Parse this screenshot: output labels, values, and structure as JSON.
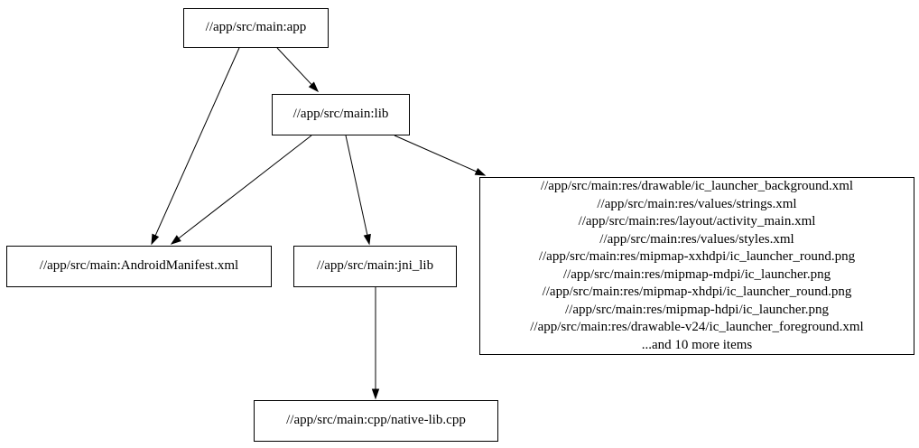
{
  "diagram": {
    "type": "dependency-graph",
    "background_color": "#ffffff",
    "node_fill_color": "#ffffff",
    "node_border_color": "#000000",
    "edge_color": "#000000",
    "text_color": "#000000",
    "nodes": {
      "app": {
        "label": "//app/src/main:app"
      },
      "lib": {
        "label": "//app/src/main:lib"
      },
      "manifest": {
        "label": "//app/src/main:AndroidManifest.xml"
      },
      "jni_lib": {
        "label": "//app/src/main:jni_lib"
      },
      "res_group": {
        "label": "//app/src/main:res/drawable/ic_launcher_background.xml\n//app/src/main:res/values/strings.xml\n//app/src/main:res/layout/activity_main.xml\n//app/src/main:res/values/styles.xml\n//app/src/main:res/mipmap-xxhdpi/ic_launcher_round.png\n//app/src/main:res/mipmap-mdpi/ic_launcher.png\n//app/src/main:res/mipmap-xhdpi/ic_launcher_round.png\n//app/src/main:res/mipmap-hdpi/ic_launcher.png\n//app/src/main:res/drawable-v24/ic_launcher_foreground.xml\n...and 10 more items"
      },
      "native_cpp": {
        "label": "//app/src/main:cpp/native-lib.cpp"
      }
    },
    "edges": [
      {
        "from": "//app/src/main:app",
        "to": "//app/src/main:lib"
      },
      {
        "from": "//app/src/main:app",
        "to": "//app/src/main:AndroidManifest.xml"
      },
      {
        "from": "//app/src/main:lib",
        "to": "//app/src/main:AndroidManifest.xml"
      },
      {
        "from": "//app/src/main:lib",
        "to": "//app/src/main:jni_lib"
      },
      {
        "from": "//app/src/main:lib",
        "to": "//app/src/main:res group"
      },
      {
        "from": "//app/src/main:jni_lib",
        "to": "//app/src/main:cpp/native-lib.cpp"
      }
    ]
  }
}
